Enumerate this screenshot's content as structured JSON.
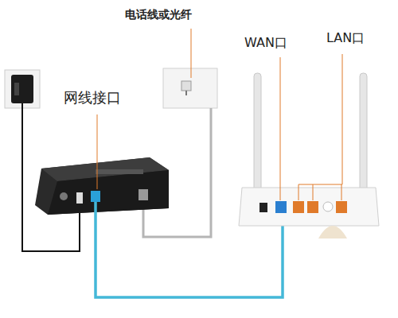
{
  "diagram": {
    "labels": [
      "电话线或光纤",
      "网线接口",
      "WAN口",
      "LAN口"
    ]
  }
}
